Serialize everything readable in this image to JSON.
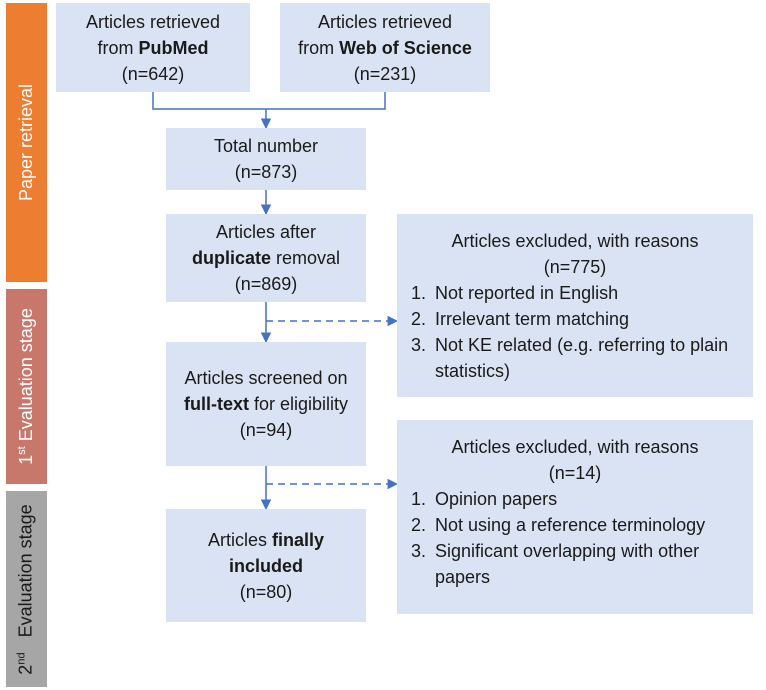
{
  "stages": {
    "paper_retrieval": "Paper retrieval",
    "first_eval": {
      "num": "1",
      "sup": "st",
      "text": " Evaluation stage"
    },
    "second_eval": {
      "num": "2",
      "sup": "nd",
      "text": "   Evaluation stage"
    }
  },
  "colors": {
    "stage_orange": "#ed7d31",
    "stage_red": "#c8786a",
    "stage_gray": "#a6a6a6",
    "box_fill": "#dae3f3",
    "arrow": "#4472c4"
  },
  "boxes": {
    "pubmed": {
      "line1": "Articles retrieved",
      "pre": "from ",
      "bold": "PubMed",
      "count": "(n=642)"
    },
    "wos": {
      "line1": "Articles retrieved",
      "pre": "from ",
      "bold": "Web of Science",
      "count": "(n=231)"
    },
    "total": {
      "line1": "Total number",
      "count": "(n=873)"
    },
    "dedup": {
      "line1": "Articles after",
      "bold": "duplicate",
      "post": " removal",
      "count": "(n=869)"
    },
    "screened": {
      "line1": "Articles screened on",
      "bold": "full-text",
      "post": " for eligibility",
      "count": "(n=94)"
    },
    "included": {
      "pre": "Articles ",
      "bold1": "finally",
      "bold2": "included",
      "count": "(n=80)"
    },
    "excluded1": {
      "title": "Articles excluded, with reasons",
      "count": "(n=775)",
      "items": [
        {
          "num": "1.",
          "text": "Not reported in English"
        },
        {
          "num": "2.",
          "text": "Irrelevant term matching"
        },
        {
          "num": "3.",
          "text": "Not KE related (e.g. referring to plain statistics)"
        }
      ]
    },
    "excluded2": {
      "title": "Articles excluded, with reasons",
      "count": "(n=14)",
      "items": [
        {
          "num": "1.",
          "text": "Opinion papers"
        },
        {
          "num": "2.",
          "text": "Not using a reference terminology"
        },
        {
          "num": "3.",
          "text": "Significant overlapping with other papers"
        }
      ]
    }
  }
}
